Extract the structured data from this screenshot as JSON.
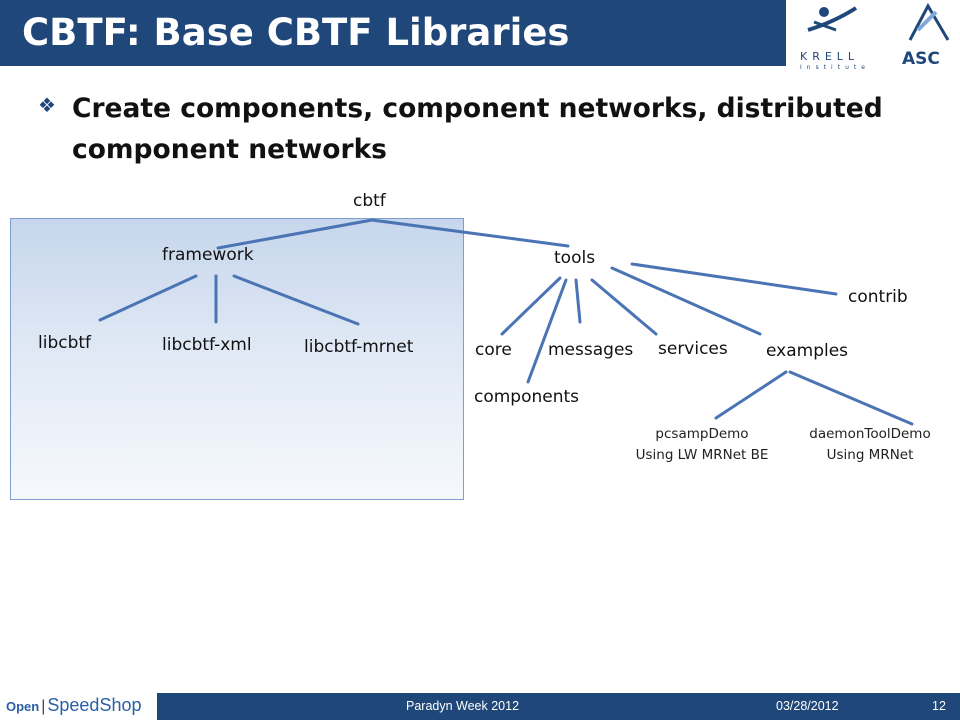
{
  "slide": {
    "title": "CBTF: Base CBTF Libraries",
    "bullet": "Create components, component networks, distributed component networks"
  },
  "logos": {
    "krell_text": "KRELL",
    "krell_subtext": "Institute",
    "asc_text": "ASC"
  },
  "tree": {
    "root": "cbtf",
    "framework": "framework",
    "framework_children": [
      "libcbtf",
      "libcbtf-xml",
      "libcbtf-mrnet"
    ],
    "tools": "tools",
    "tools_children": [
      "core",
      "components",
      "messages",
      "services",
      "examples"
    ],
    "contrib": "contrib",
    "examples_children": [
      {
        "line1": "pcsampDemo",
        "line2": "Using LW MRNet BE"
      },
      {
        "line1": "daemonToolDemo",
        "line2": "Using MRNet"
      }
    ]
  },
  "footer": {
    "brand_open": "Open",
    "brand_name": "SpeedShop",
    "event": "Paradyn Week 2012",
    "date": "03/28/2012",
    "page": "12"
  },
  "colors": {
    "title_bar": "#1f477a",
    "edge": "#4a74b4",
    "box_border": "#7e9fce"
  }
}
